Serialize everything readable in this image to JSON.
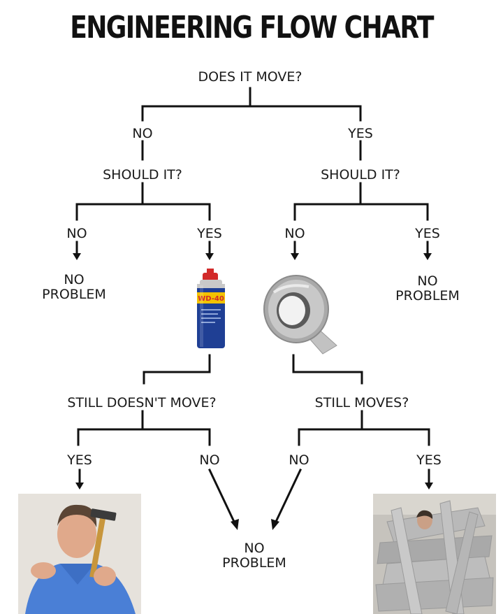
{
  "title": "ENGINEERING FLOW CHART",
  "nodes": {
    "root": "DOES IT MOVE?",
    "no_branch": "NO",
    "yes_branch": "YES",
    "should_it_left": "SHOULD IT?",
    "should_it_right": "SHOULD IT?",
    "ll_no": "NO",
    "ll_yes": "YES",
    "rl_no": "NO",
    "rl_yes": "YES",
    "no_problem_left": "NO PROBLEM",
    "no_problem_right": "NO PROBLEM",
    "still_doesnt_move": "STILL DOESN'T MOVE?",
    "still_moves": "STILL MOVES?",
    "bl_yes": "YES",
    "bl_no": "NO",
    "br_no": "NO",
    "br_yes": "YES",
    "no_problem_bottom": "NO PROBLEM"
  },
  "images": {
    "wd40_can": "WD-40",
    "duct_tape": "duct-tape-roll",
    "hammer_man": "man-with-hammer-photo",
    "taped_man": "man-covered-in-duct-tape-photo"
  },
  "colors": {
    "line": "#111111",
    "text": "#1a1a1a",
    "wd40_blue": "#1f3f94",
    "wd40_red": "#d22a2a",
    "wd40_yellow": "#f2c200",
    "tape_gray": "#b8b8b8",
    "shirt_blue": "#4a7fd6"
  }
}
